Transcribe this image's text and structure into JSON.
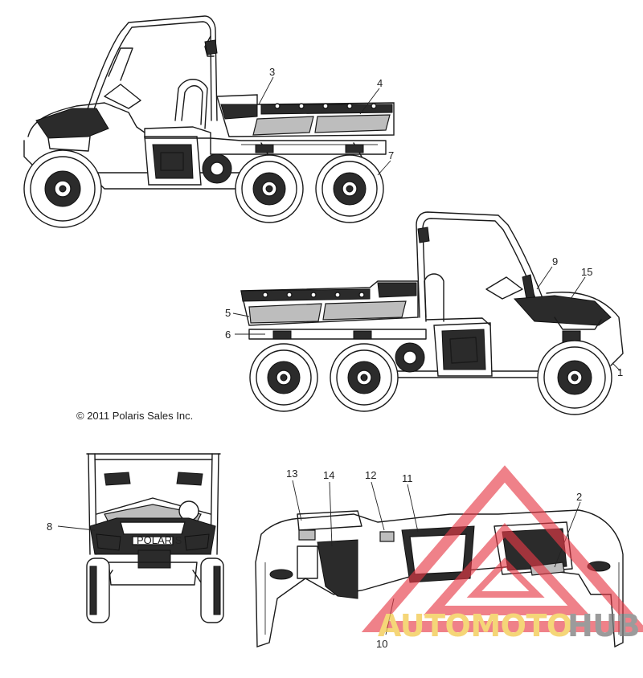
{
  "copyright": "© 2011 Polaris Sales Inc.",
  "callouts": {
    "c1": "1",
    "c2": "2",
    "c3": "3",
    "c4": "4",
    "c5": "5",
    "c6": "6",
    "c7": "7",
    "c8": "8",
    "c9": "9",
    "c10": "10",
    "c11": "11",
    "c12": "12",
    "c13": "13",
    "c14": "14",
    "c15": "15"
  },
  "watermark": {
    "part1": "AUTOMOTO",
    "part2": "HUB",
    "color_primary": "#f2c94c",
    "color_secondary": "#7a7a7a",
    "triangle_color": "#e63946"
  },
  "grille_badge": "POLARIS"
}
